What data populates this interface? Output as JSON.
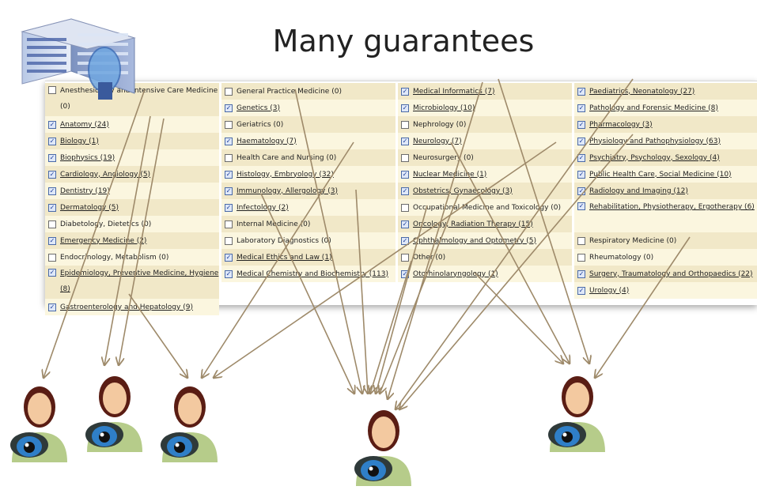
{
  "title": "Many guarantees",
  "colors": {
    "row_odd": "#f1e8c8",
    "row_even": "#fbf6df",
    "arrow": "#9e8a6a"
  },
  "columns": [
    [
      {
        "label": "Anesthesiology and Intensive Care Medicine (0)",
        "checked": false,
        "link": false
      },
      {
        "label": "Anatomy (24)",
        "checked": true,
        "link": true
      },
      {
        "label": "Biology (1)",
        "checked": true,
        "link": true
      },
      {
        "label": "Biophysics (19)",
        "checked": true,
        "link": true
      },
      {
        "label": "Cardiology, Angiology (5)",
        "checked": true,
        "link": true
      },
      {
        "label": "Dentistry (19)",
        "checked": true,
        "link": true
      },
      {
        "label": "Dermatology (5)",
        "checked": true,
        "link": true
      },
      {
        "label": "Diabetology, Dietetics (0)",
        "checked": false,
        "link": false
      },
      {
        "label": "Emergency Medicine (2)",
        "checked": true,
        "link": true
      },
      {
        "label": "Endocrinology, Metabolism (0)",
        "checked": false,
        "link": false
      },
      {
        "label": "Epidemiology, Preventive Medicine, Hygiene (8)",
        "checked": true,
        "link": true
      },
      {
        "label": "Gastroenterology and Hepatology (9)",
        "checked": true,
        "link": true
      }
    ],
    [
      {
        "label": "General Practice Medicine (0)",
        "checked": false,
        "link": false
      },
      {
        "label": "Genetics (3)",
        "checked": true,
        "link": true
      },
      {
        "label": "Geriatrics (0)",
        "checked": false,
        "link": false
      },
      {
        "label": "Haematology (7)",
        "checked": true,
        "link": true
      },
      {
        "label": "Health Care and Nursing (0)",
        "checked": false,
        "link": false
      },
      {
        "label": "Histology, Embryology (32)",
        "checked": true,
        "link": true
      },
      {
        "label": "Immunology, Allergology (3)",
        "checked": true,
        "link": true
      },
      {
        "label": "Infectology (2)",
        "checked": true,
        "link": true
      },
      {
        "label": "Internal Medicine (0)",
        "checked": false,
        "link": false
      },
      {
        "label": "Laboratory Diagnostics (0)",
        "checked": false,
        "link": false
      },
      {
        "label": "Medical Ethics and Law (1)",
        "checked": true,
        "link": true
      },
      {
        "label": "Medical Chemistry and Biochemistry (113)",
        "checked": true,
        "link": true
      }
    ],
    [
      {
        "label": "Medical Informatics (7)",
        "checked": true,
        "link": true
      },
      {
        "label": "Microbiology (10)",
        "checked": true,
        "link": true
      },
      {
        "label": "Nephrology (0)",
        "checked": false,
        "link": false
      },
      {
        "label": "Neurology (7)",
        "checked": true,
        "link": true
      },
      {
        "label": "Neurosurgery (0)",
        "checked": false,
        "link": false
      },
      {
        "label": "Nuclear Medicine (1)",
        "checked": true,
        "link": true
      },
      {
        "label": "Obstetrics, Gynaecology (3)",
        "checked": true,
        "link": true
      },
      {
        "label": "Occupational Medicine and Toxicology (0)",
        "checked": false,
        "link": false
      },
      {
        "label": "Oncology, Radiation Therapy (15)",
        "checked": true,
        "link": true
      },
      {
        "label": "Ophthalmology and Optometry (5)",
        "checked": true,
        "link": true
      },
      {
        "label": "Other (0)",
        "checked": false,
        "link": false
      },
      {
        "label": "Otorhinolaryngology (1)",
        "checked": true,
        "link": true
      }
    ],
    [
      {
        "label": "Paediatrics, Neonatology (27)",
        "checked": true,
        "link": true
      },
      {
        "label": "Pathology and Forensic Medicine (8)",
        "checked": true,
        "link": true
      },
      {
        "label": "Pharmacology (3)",
        "checked": true,
        "link": true
      },
      {
        "label": "Physiology and Pathophysiology (63)",
        "checked": true,
        "link": true
      },
      {
        "label": "Psychiatry, Psychology, Sexology (4)",
        "checked": true,
        "link": true
      },
      {
        "label": "Public Health Care, Social Medicine (10)",
        "checked": true,
        "link": true
      },
      {
        "label": "Radiology and Imaging (12)",
        "checked": true,
        "link": true
      },
      {
        "label": "Rehabilitation, Physiotherapy, Ergotherapy (6)",
        "checked": true,
        "link": true
      },
      {
        "label": "Respiratory Medicine (0)",
        "checked": false,
        "link": false
      },
      {
        "label": "Rheumatology (0)",
        "checked": false,
        "link": false
      },
      {
        "label": "Surgery, Traumatology and Orthopaedics (22)",
        "checked": true,
        "link": true
      },
      {
        "label": "Urology (4)",
        "checked": true,
        "link": true
      }
    ]
  ]
}
